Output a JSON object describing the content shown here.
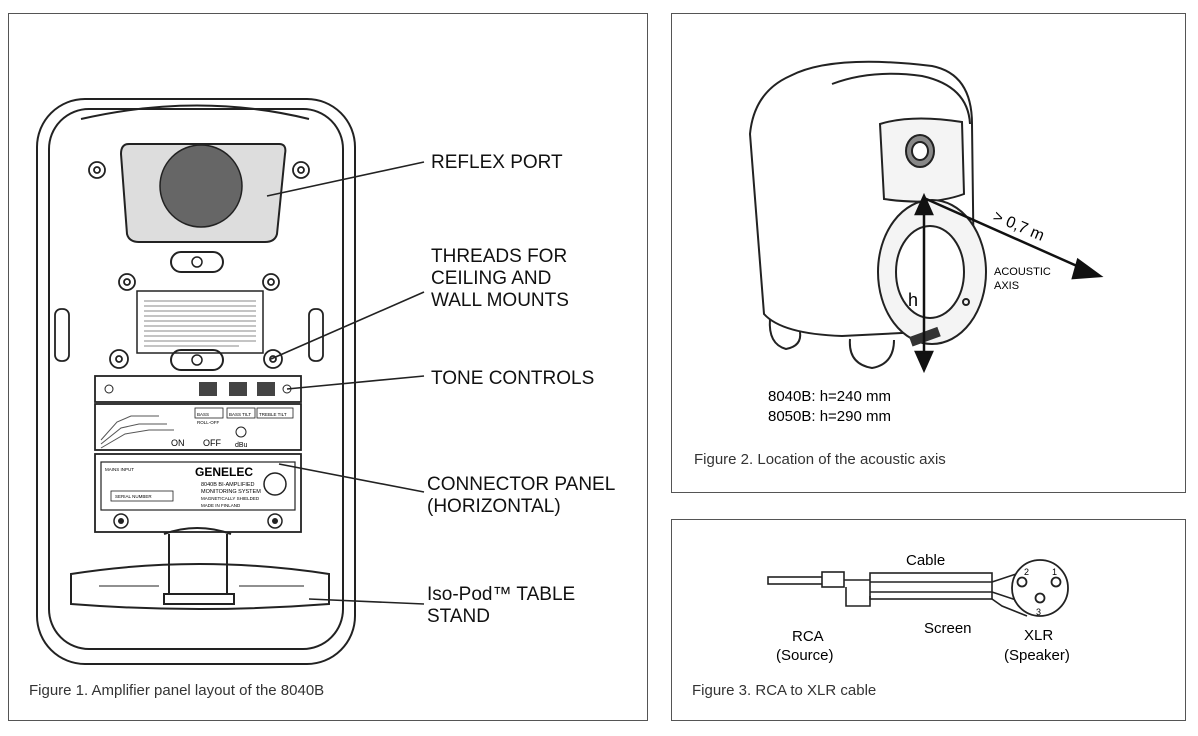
{
  "figure1": {
    "caption": "Figure 1. Amplifier panel layout of the 8040B",
    "callouts": {
      "reflex_port": "REFLEX PORT",
      "threads_1": "THREADS FOR",
      "threads_2": "CEILING AND",
      "threads_3": "WALL MOUNTS",
      "tone_controls": "TONE CONTROLS",
      "connector_1": "CONNECTOR PANEL",
      "connector_2": "(HORIZONTAL)",
      "isopod_1": "Iso-Pod™ TABLE",
      "isopod_2": "STAND"
    },
    "panel": {
      "on": "ON",
      "off": "OFF",
      "dbu": "dBu",
      "brand": "GENELEC",
      "model_1": "8040B BI-AMPLIFIED",
      "model_2": "MONITORING SYSTEM",
      "shielded": "MAGNETICALLY SHIELDED",
      "made_in": "MADE IN FINLAND",
      "serial": "SERIAL NUMBER",
      "mains": "MAINS INPUT",
      "bass_rolloff_1": "BASS",
      "bass_rolloff_2": "ROLL-OFF",
      "bass_tilt": "BASS TILT",
      "treble_tilt": "TREBLE TILT"
    }
  },
  "figure2": {
    "caption": "Figure 2. Location of the acoustic axis",
    "distance_label": "> 0,7 m",
    "axis_label_1": "ACOUSTIC",
    "axis_label_2": "AXIS",
    "h_label": "h",
    "spec_1": "8040B: h=240 mm",
    "spec_2": "8050B: h=290 mm"
  },
  "figure3": {
    "caption": "Figure 3. RCA to XLR cable",
    "cable": "Cable",
    "screen": "Screen",
    "rca_1": "RCA",
    "rca_2": "(Source)",
    "xlr_1": "XLR",
    "xlr_2": "(Speaker)",
    "pins": [
      "1",
      "2",
      "3"
    ]
  },
  "colors": {
    "line": "#222222",
    "frame": "#555555"
  }
}
